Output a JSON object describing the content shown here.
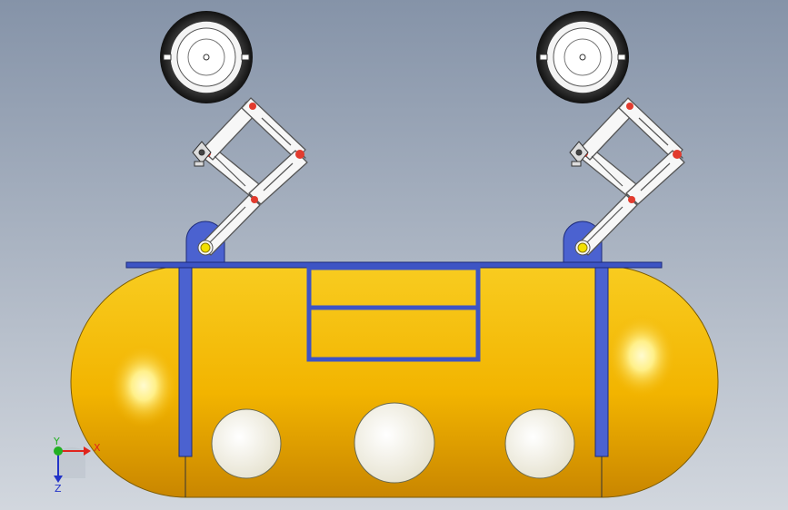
{
  "viewport": {
    "background_top": "#8593a8",
    "background_bottom": "#d2d7de"
  },
  "tank": {
    "body_color": "#f2b400",
    "highlight_color": "#fff6a0",
    "frame_color": "#3d54c4",
    "window_color": "#f4f1e4"
  },
  "arms": {
    "link_color": "#f7f7f7",
    "outline_color": "#555555",
    "pin_color": "#e23b2e",
    "base_pin_color": "#f2e000"
  },
  "triad": {
    "x_label": "X",
    "y_label": "Y",
    "z_label": "Z",
    "x_color": "#e0241c",
    "y_color": "#22b022",
    "z_color": "#2233c8"
  }
}
